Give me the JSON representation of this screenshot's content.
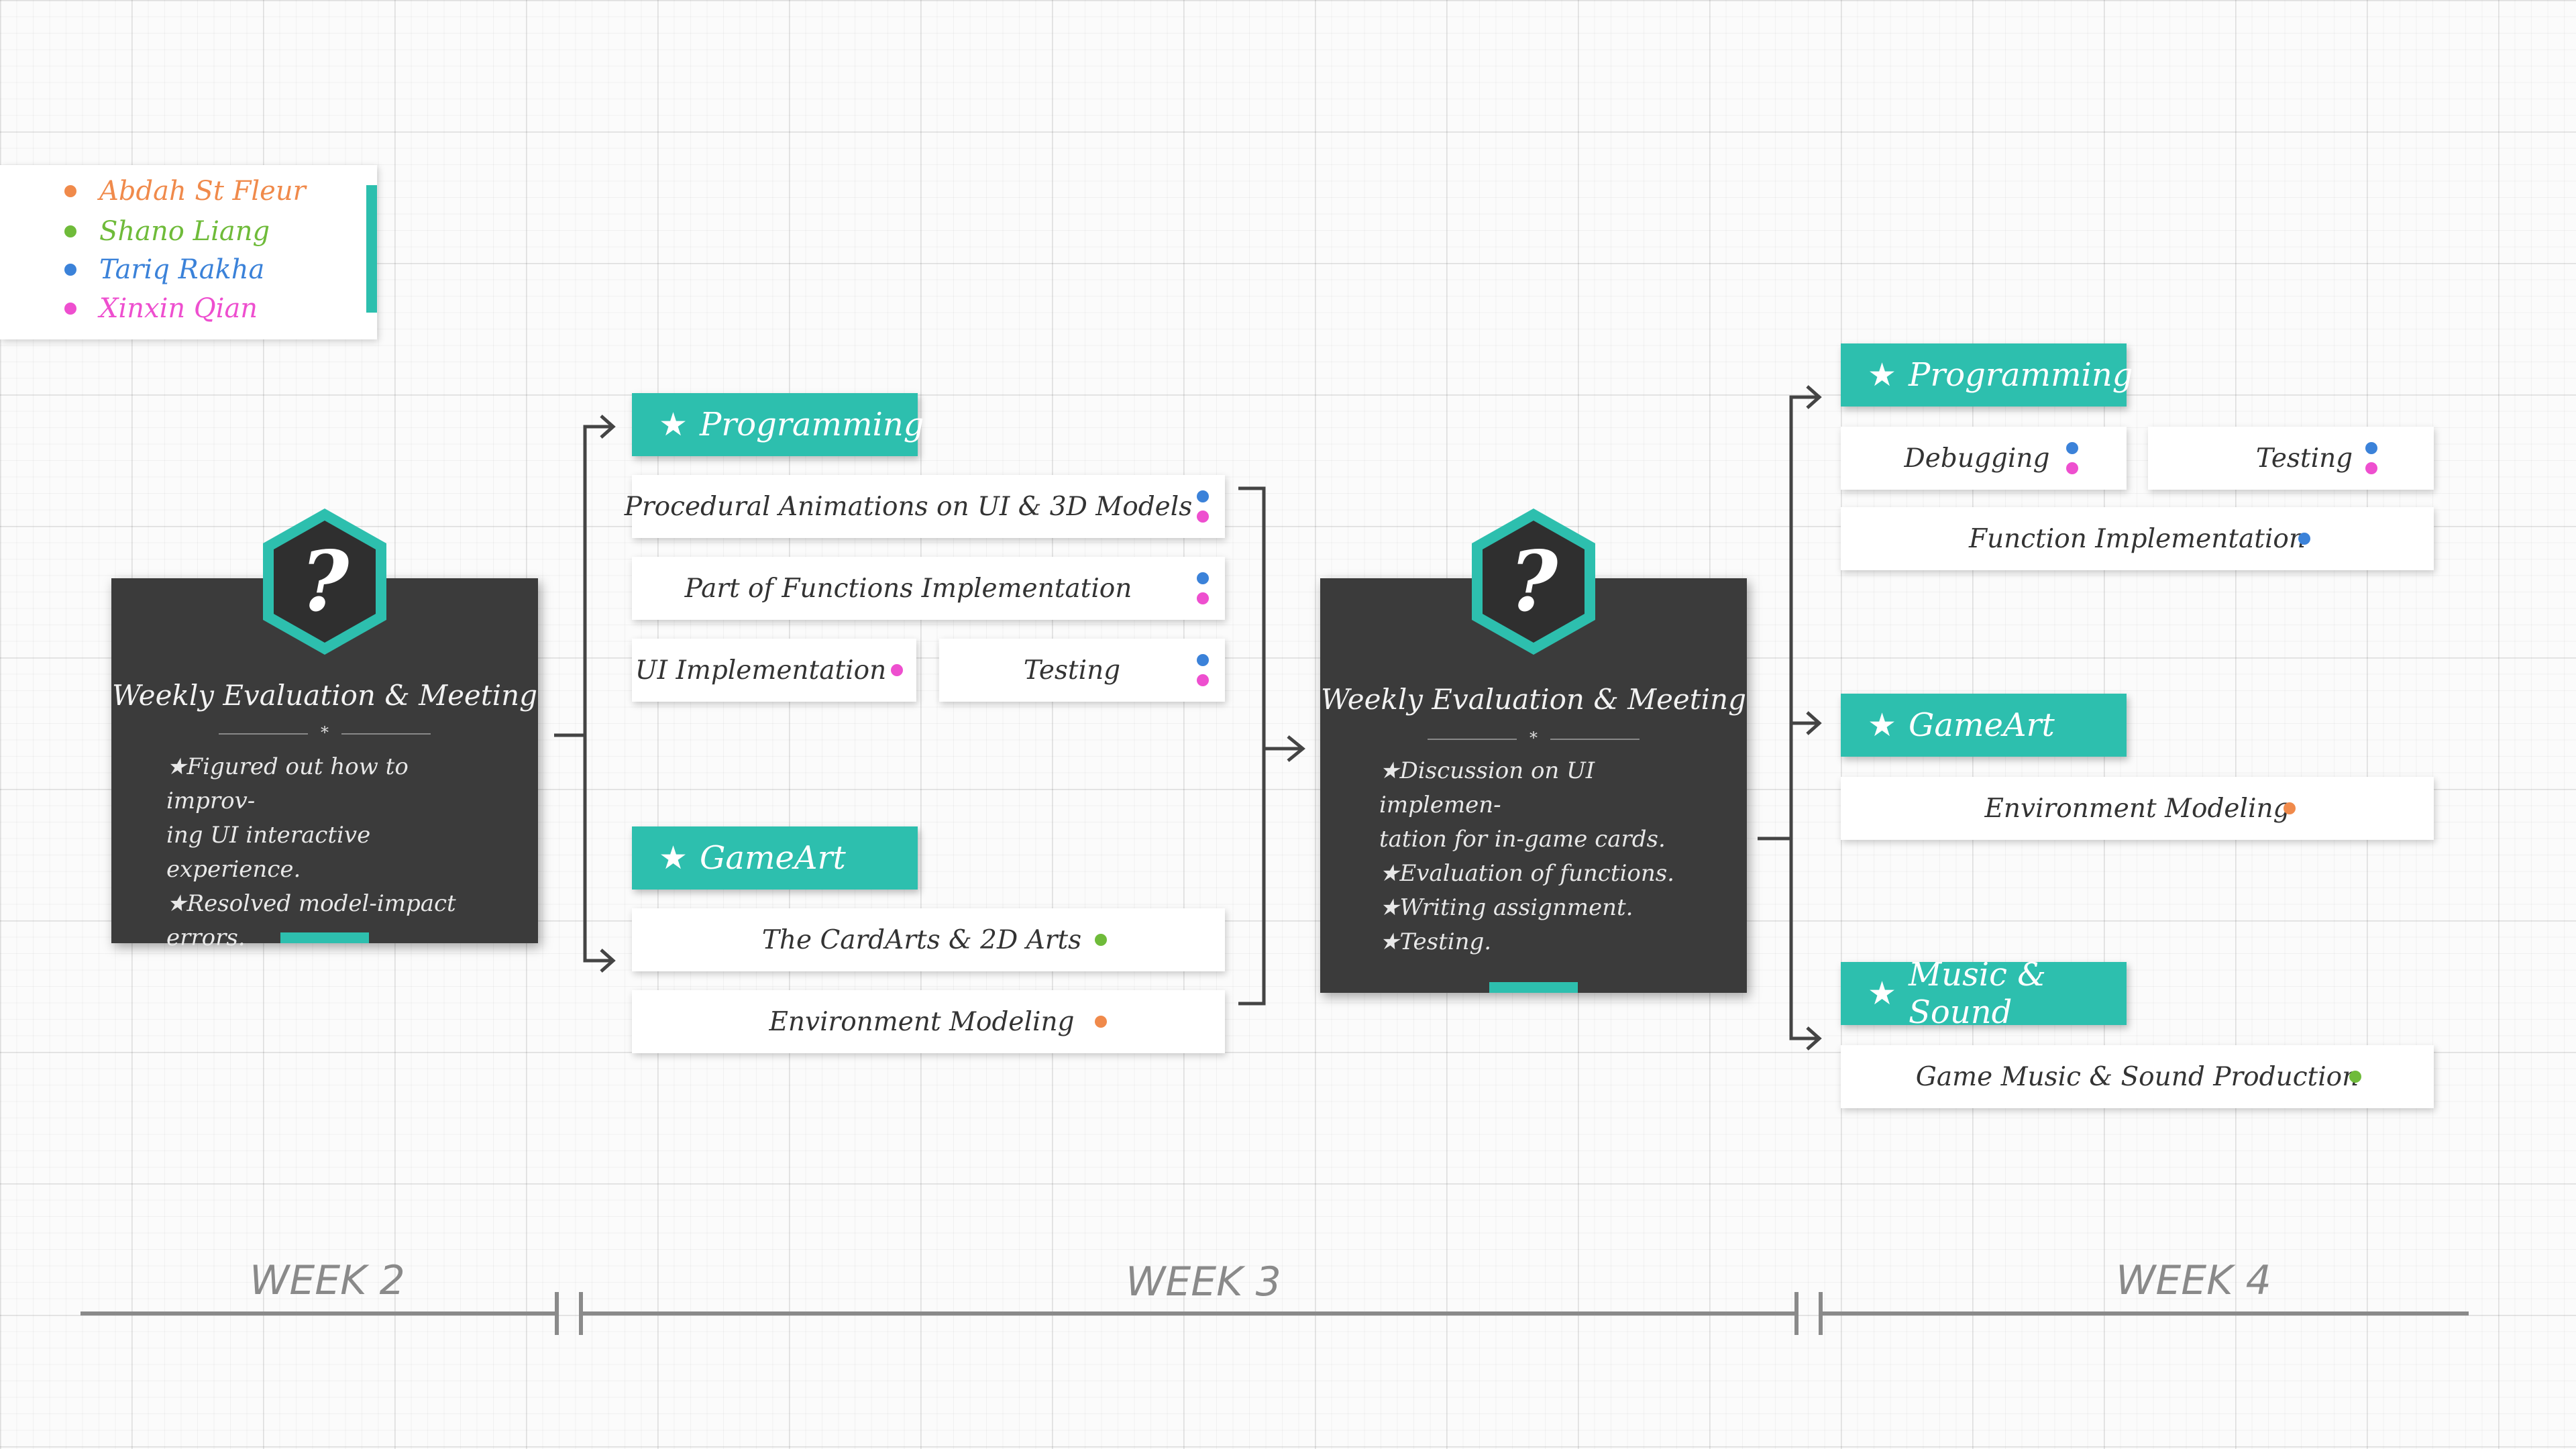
{
  "colors": {
    "teal": "#2dbfae",
    "orange": "#f08a4b",
    "green": "#6fbb3a",
    "blue": "#3b82d9",
    "pink": "#ee4fcf"
  },
  "legend": [
    {
      "name": "Abdah St Fleur",
      "color": "#f08a4b"
    },
    {
      "name": "Shano Liang",
      "color": "#6fbb3a"
    },
    {
      "name": "Tariq Rakha",
      "color": "#3b82d9"
    },
    {
      "name": "Xinxin Qian",
      "color": "#ee4fcf"
    }
  ],
  "week2": {
    "card": {
      "icon": "question-mark-hexagon-icon",
      "title": "Weekly Evaluation & Meeting",
      "divider_star": "*",
      "notes": [
        "★Figured out how to improv-",
        "ing UI interactive experience.",
        "★Resolved model-impact",
        "errors."
      ]
    }
  },
  "week3": {
    "programming": {
      "header": "Programming",
      "tasks": [
        {
          "label": "Procedural Animations on UI & 3D Models",
          "members": [
            "#3b82d9",
            "#ee4fcf"
          ]
        },
        {
          "label": "Part of Functions Implementation",
          "members": [
            "#3b82d9",
            "#ee4fcf"
          ]
        },
        {
          "label": "UI Implementation",
          "members": [
            "#ee4fcf"
          ]
        },
        {
          "label": "Testing",
          "members": [
            "#3b82d9",
            "#ee4fcf"
          ]
        }
      ]
    },
    "gameart": {
      "header": "GameArt",
      "tasks": [
        {
          "label": "The CardArts & 2D Arts",
          "members": [
            "#6fbb3a"
          ]
        },
        {
          "label": "Environment Modeling",
          "members": [
            "#f08a4b"
          ]
        }
      ]
    },
    "card": {
      "icon": "question-mark-hexagon-icon",
      "title": "Weekly Evaluation & Meeting",
      "divider_star": "*",
      "notes": [
        "★Discussion on UI implemen-",
        "tation for in-game cards.",
        "★Evaluation of functions.",
        "★Writing assignment.",
        "★Testing."
      ]
    }
  },
  "week4": {
    "programming": {
      "header": "Programming",
      "tasks": [
        {
          "label": "Debugging",
          "members": [
            "#3b82d9",
            "#ee4fcf"
          ]
        },
        {
          "label": "Testing",
          "members": [
            "#3b82d9",
            "#ee4fcf"
          ]
        },
        {
          "label": "Function Implementation",
          "members": [
            "#3b82d9"
          ]
        }
      ]
    },
    "gameart": {
      "header": "GameArt",
      "tasks": [
        {
          "label": "Environment Modeling",
          "members": [
            "#f08a4b"
          ]
        }
      ]
    },
    "music": {
      "header": "Music & Sound",
      "tasks": [
        {
          "label": "Game Music & Sound Production",
          "members": [
            "#6fbb3a"
          ]
        }
      ]
    }
  },
  "timeline": {
    "labels": [
      "WEEK 2",
      "WEEK 3",
      "WEEK 4"
    ]
  }
}
